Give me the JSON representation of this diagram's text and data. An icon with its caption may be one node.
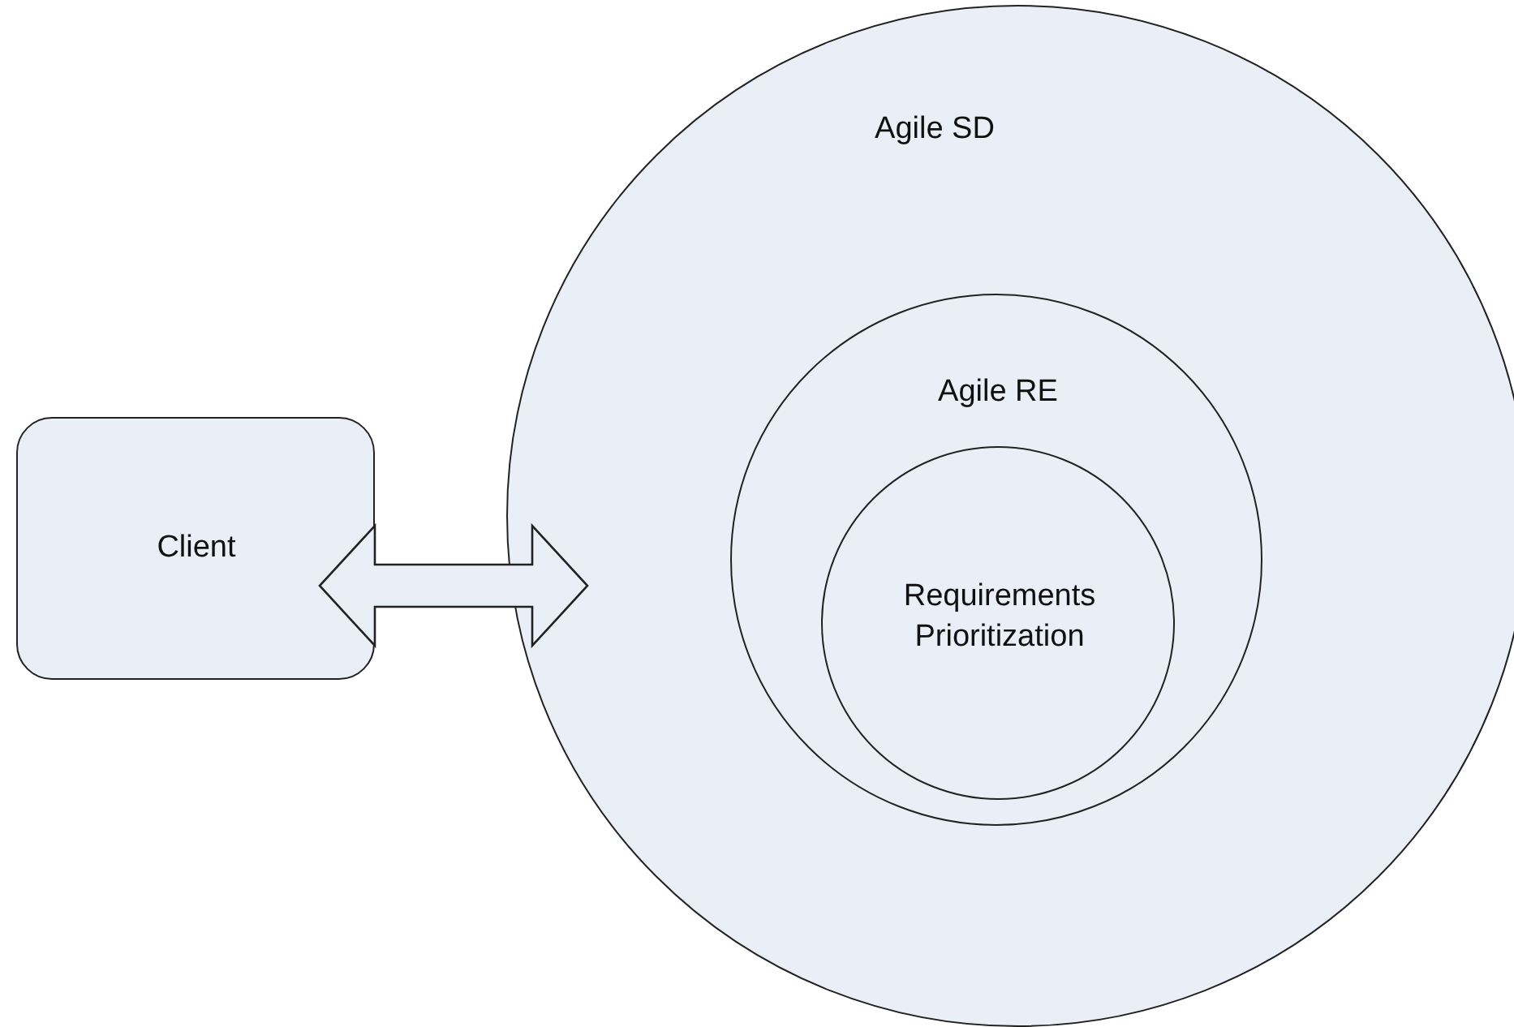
{
  "diagram": {
    "nodes": [
      {
        "text": [
          "Client"
        ]
      },
      {
        "text": [
          "Agile SD"
        ]
      },
      {
        "text": [
          "Agile RE"
        ],
        "in": 1
      },
      {
        "text": [
          "Requirements Prioritization"
        ],
        "in": 2
      }
    ],
    "edges": [
      {
        "from": 0,
        "to": 1,
        "arrow": "both"
      }
    ]
  }
}
